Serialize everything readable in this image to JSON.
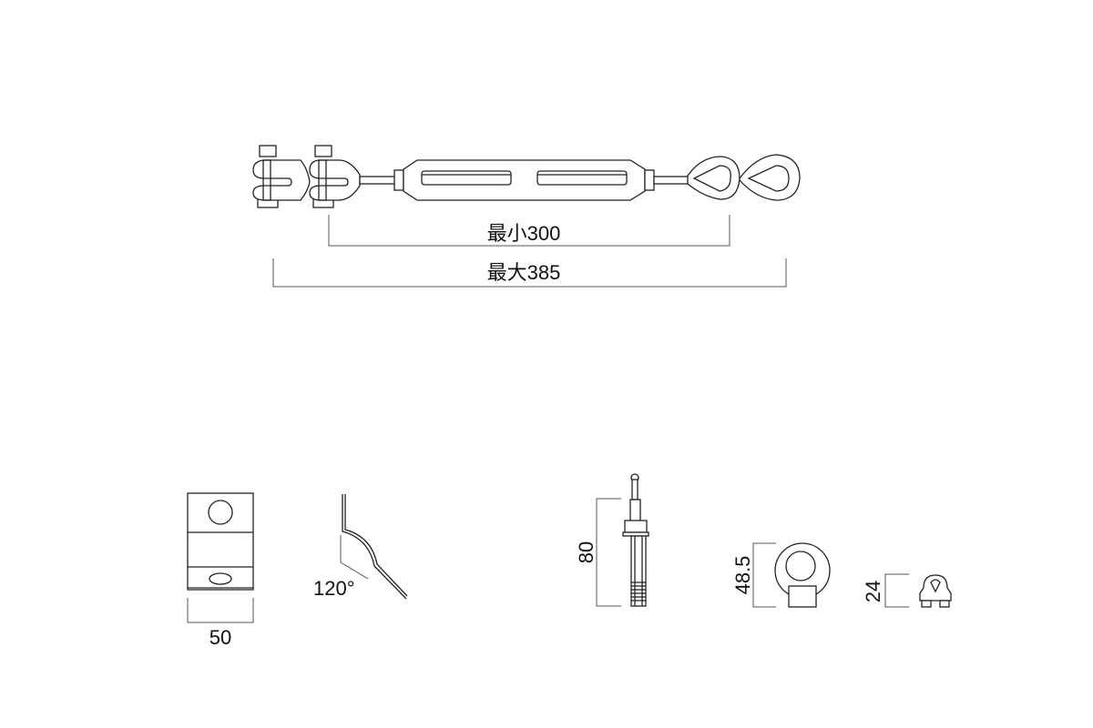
{
  "drawing": {
    "turnbuckle": {
      "min_label": "最小300",
      "max_label": "最大385"
    },
    "bracket": {
      "width_label": "50",
      "angle_label": "120°"
    },
    "anchor_bolt": {
      "length_label": "80"
    },
    "eye_nut": {
      "height_label": "48.5"
    },
    "wire_clip": {
      "height_label": "24"
    }
  },
  "colors": {
    "line": "#222222",
    "dimension": "#555555"
  }
}
